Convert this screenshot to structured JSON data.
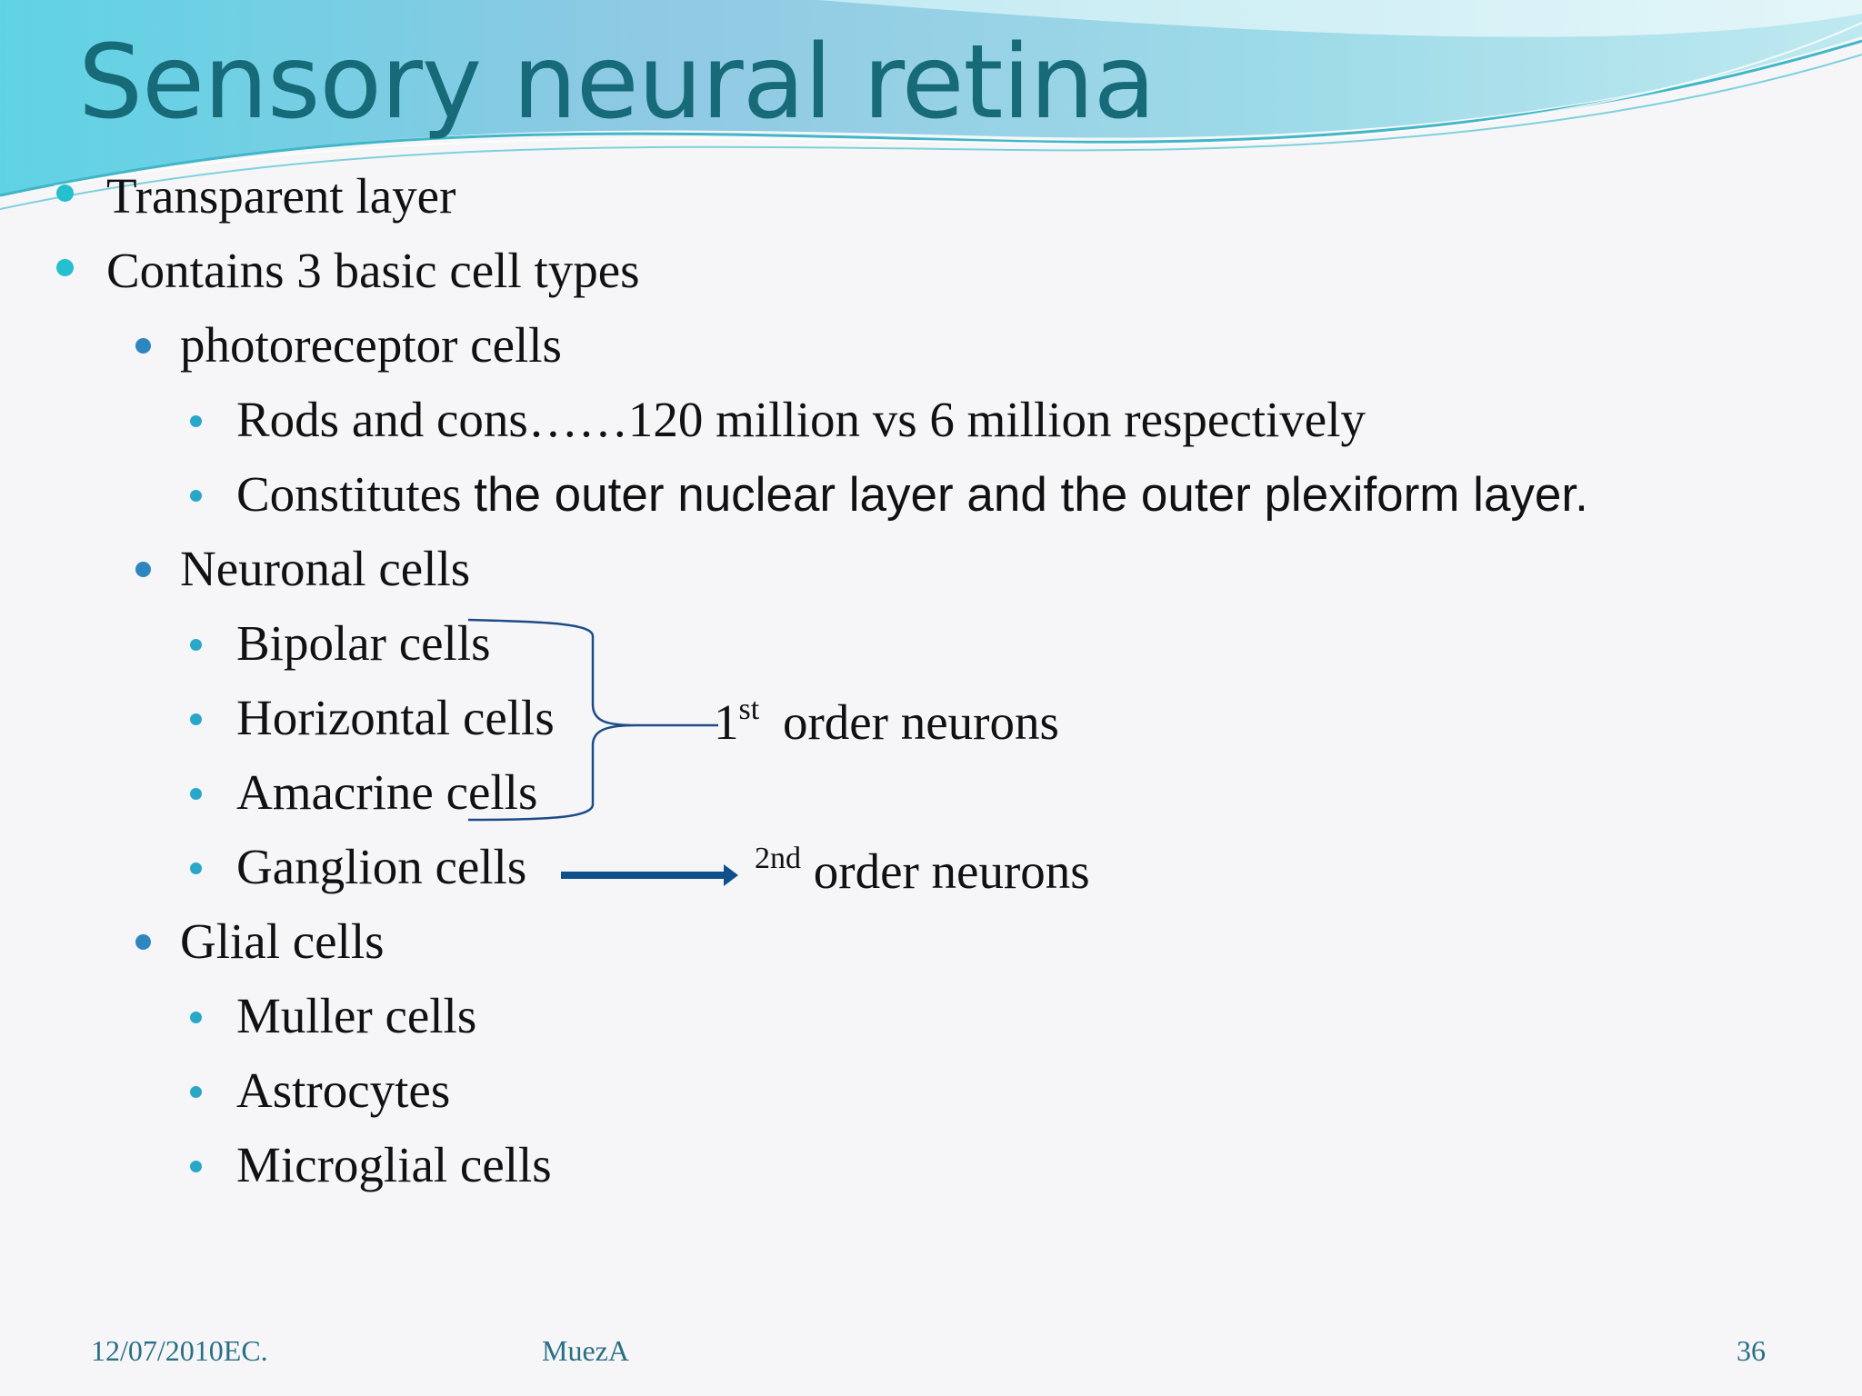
{
  "slide": {
    "title": "Sensory neural retina",
    "bullets": [
      "Transparent layer",
      "Contains 3 basic cell types"
    ],
    "photoreceptor": {
      "label": "photoreceptor cells",
      "items": [
        "Rods and cons……120 million vs 6 million respectively"
      ],
      "constitutes_prefix": "Constitutes",
      "constitutes_rest": "the outer nuclear layer and the outer plexiform layer."
    },
    "neuronal": {
      "label": "Neuronal cells",
      "items": [
        "Bipolar cells",
        "Horizontal cells",
        "Amacrine cells",
        "Ganglion cells"
      ]
    },
    "glial": {
      "label": "Glial cells",
      "items": [
        "Muller cells",
        "Astrocytes",
        "Microglial cells"
      ]
    },
    "annotations": {
      "first_num": "1",
      "first_sup": "st",
      "first_text": "order neurons",
      "second_num": "2",
      "second_sup": "nd",
      "second_text": "order neurons"
    },
    "footer": {
      "date": "12/07/2010EC.",
      "author": "MuezA",
      "page": "36"
    },
    "colors": {
      "title": "#176a78",
      "bullet_l1": "#24c0cf",
      "bullet_l2": "#2e86c1",
      "bullet_l3": "#29a7c9",
      "arrow": "#0f4f8a",
      "footer": "#2a6f86"
    }
  }
}
